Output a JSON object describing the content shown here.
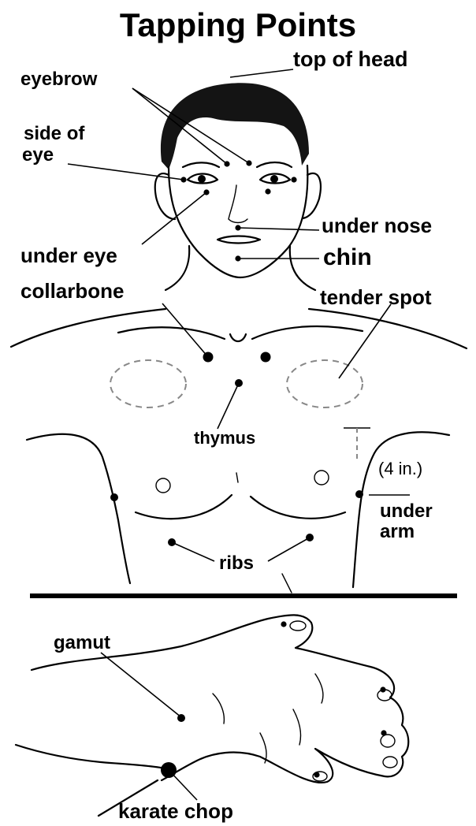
{
  "title": "Tapping Points",
  "labels": {
    "top_of_head": "top of head",
    "eyebrow": "eyebrow",
    "side_of_eye_1": "side of",
    "side_of_eye_2": "eye",
    "under_nose": "under nose",
    "under_eye": "under eye",
    "chin": "chin",
    "collarbone": "collarbone",
    "tender_spot": "tender spot",
    "thymus": "thymus",
    "four_in": "(4 in.)",
    "under_arm_1": "under",
    "under_arm_2": "arm",
    "ribs": "ribs",
    "gamut": "gamut",
    "karate_chop": "karate chop"
  }
}
